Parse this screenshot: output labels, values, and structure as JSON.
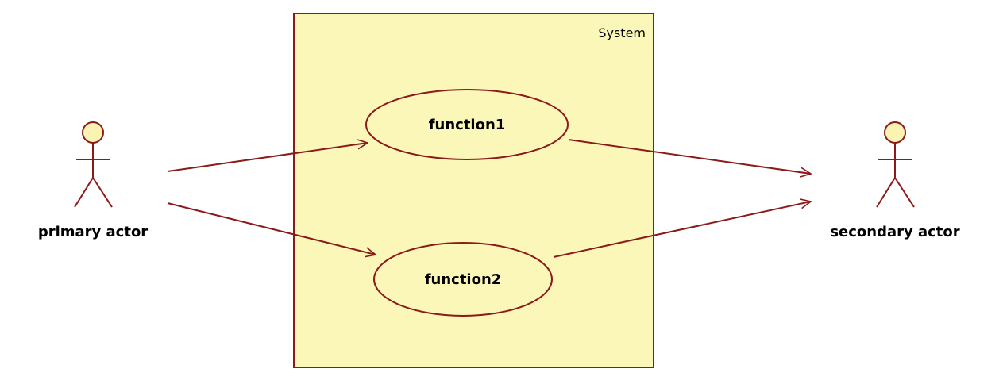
{
  "system": {
    "label": "System"
  },
  "use_cases": [
    {
      "label": "function1"
    },
    {
      "label": "function2"
    }
  ],
  "actors": {
    "primary": {
      "label": "primary actor"
    },
    "secondary": {
      "label": "secondary actor"
    }
  },
  "colors": {
    "boundary_fill": "#fbf7b9",
    "stroke": "#8b1a1a",
    "actor_head_fill": "#fbf3b1",
    "text": "#000000"
  }
}
